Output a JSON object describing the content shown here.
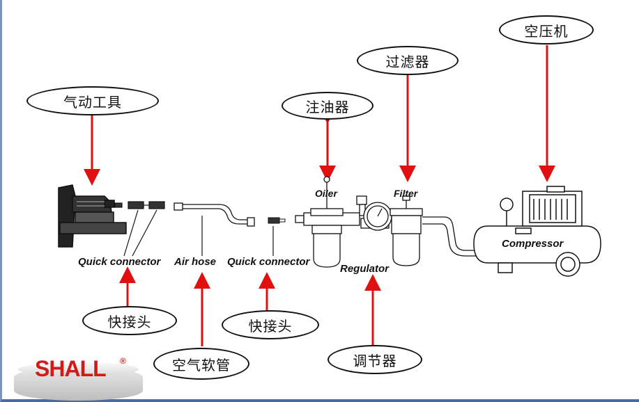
{
  "callouts": {
    "pneumatic_tool": "气动工具",
    "compressor": "空压机",
    "filter": "过滤器",
    "oiler": "注油器",
    "connector_left": "快接头",
    "air_hose": "空气软管",
    "connector_right": "快接头",
    "regulator": "调节器"
  },
  "labels": {
    "quick_connector_1": "Quick connector",
    "air_hose": "Air hose",
    "quick_connector_2": "Quick connector",
    "oiler": "Oiler",
    "filter": "Filter",
    "regulator": "Regulator",
    "compressor": "Compressor"
  },
  "logo": {
    "text": "SHALL",
    "mark": "®"
  },
  "colors": {
    "arrow": "#e01010",
    "logo": "#d11a1a",
    "line": "#111111"
  }
}
